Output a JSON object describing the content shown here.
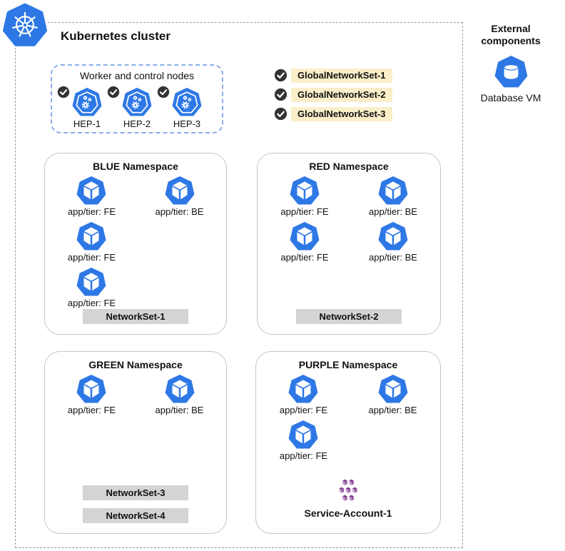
{
  "colors": {
    "k8s_blue": "#2E78E6",
    "check_bg": "#333333",
    "global_set_bg": "#FAEFC9",
    "network_set_bg": "#D4D4D4",
    "purple_mid": "#9C59A8",
    "purple_dark": "#7C3F8C",
    "purple_light": "#CBA6D4",
    "cluster_border": "#9A9A9A",
    "worker_border": "#87AEE9",
    "namespace_border": "#C6C6C6"
  },
  "cluster": {
    "title": "Kubernetes cluster",
    "worker_group": {
      "title": "Worker and control nodes",
      "nodes": [
        {
          "label": "HEP-1",
          "checked": true
        },
        {
          "label": "HEP-2",
          "checked": true
        },
        {
          "label": "HEP-3",
          "checked": true
        }
      ]
    },
    "global_network_sets": [
      {
        "label": "GlobalNetworkSet-1",
        "checked": true
      },
      {
        "label": "GlobalNetworkSet-2",
        "checked": true
      },
      {
        "label": "GlobalNetworkSet-3",
        "checked": true
      }
    ]
  },
  "namespaces": [
    {
      "id": "blue",
      "title": "BLUE Namespace",
      "pods": [
        {
          "label": "app/tier: FE"
        },
        {
          "label": "app/tier: BE"
        },
        {
          "label": "app/tier: FE"
        },
        null,
        {
          "label": "app/tier: FE"
        }
      ],
      "network_sets": [
        "NetworkSet-1"
      ]
    },
    {
      "id": "red",
      "title": "RED Namespace",
      "pods": [
        {
          "label": "app/tier: FE"
        },
        {
          "label": "app/tier: BE"
        },
        {
          "label": "app/tier: FE"
        },
        {
          "label": "app/tier: BE"
        }
      ],
      "network_sets": [
        "NetworkSet-2"
      ]
    },
    {
      "id": "green",
      "title": "GREEN Namespace",
      "pods": [
        {
          "label": "app/tier: FE"
        },
        {
          "label": "app/tier: BE"
        }
      ],
      "network_sets": [
        "NetworkSet-3",
        "NetworkSet-4"
      ]
    },
    {
      "id": "purple",
      "title": "PURPLE Namespace",
      "pods": [
        {
          "label": "app/tier: FE"
        },
        {
          "label": "app/tier: BE"
        },
        {
          "label": "app/tier: FE"
        }
      ],
      "network_sets": [],
      "service_account": {
        "label": "Service-Account-1"
      }
    }
  ],
  "external": {
    "title": "External components",
    "items": [
      {
        "label": "Database VM",
        "icon": "database-vm-icon"
      }
    ]
  }
}
